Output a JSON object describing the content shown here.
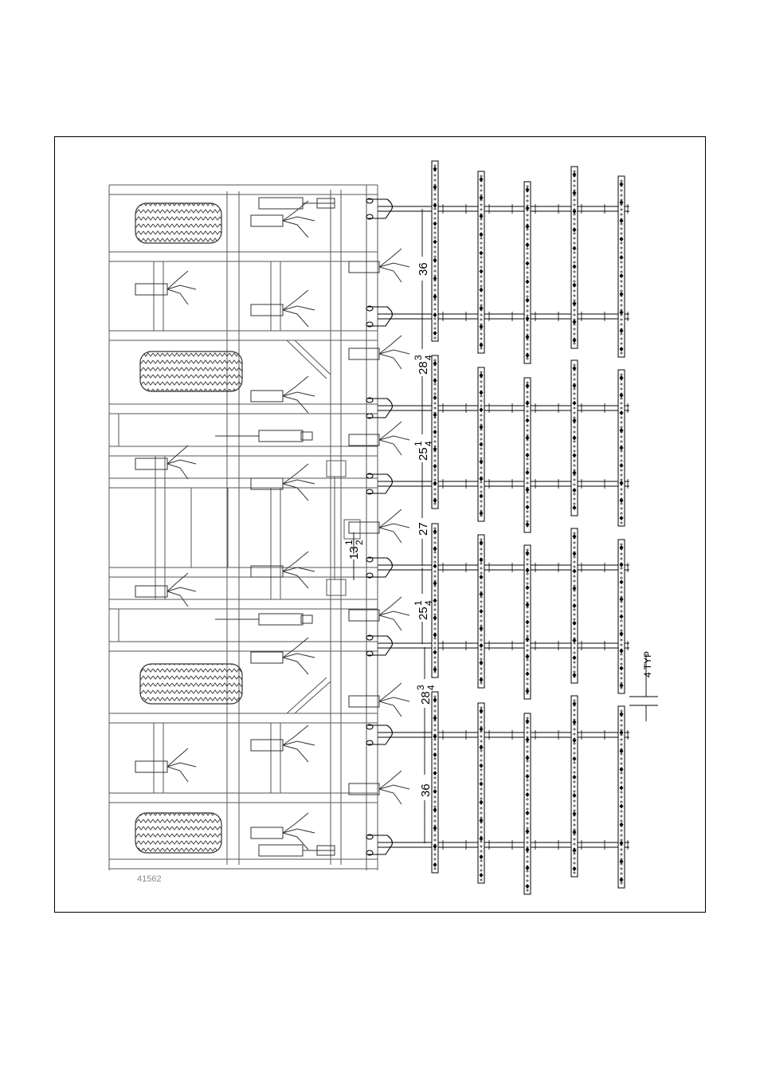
{
  "figure_number": "41562",
  "dimensions": {
    "top_spacing": "36",
    "upper_gap": {
      "whole": "28",
      "num": "3",
      "den": "4"
    },
    "upper_mid": {
      "whole": "25",
      "num": "1",
      "den": "4"
    },
    "center": "27",
    "center_offset": {
      "whole": "13",
      "num": "1",
      "den": "2"
    },
    "lower_mid": {
      "whole": "25",
      "num": "1",
      "den": "4"
    },
    "lower_gap": {
      "whole": "28",
      "num": "3",
      "den": "4"
    },
    "bottom_spacing": "36",
    "tine_offset": "4 TYP"
  },
  "colors": {
    "line": "#000000",
    "light_line": "#555555",
    "background": "#ffffff"
  }
}
